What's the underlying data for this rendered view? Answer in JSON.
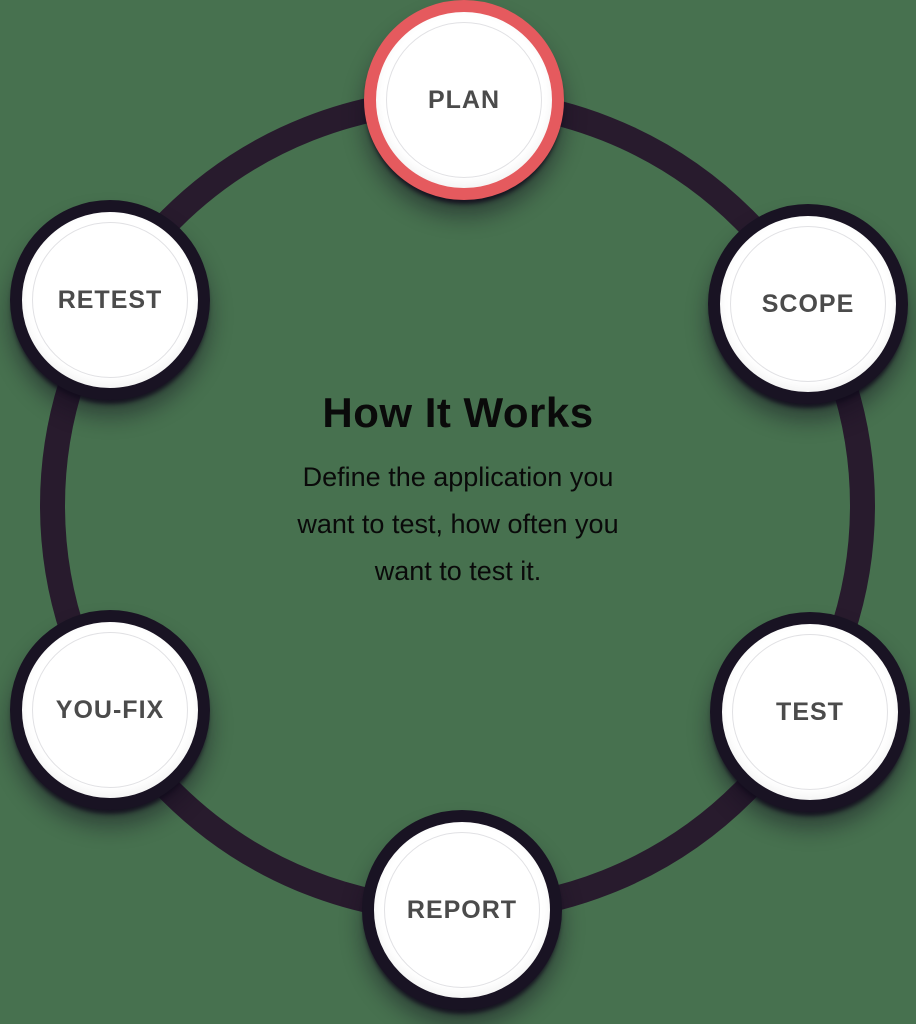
{
  "center": {
    "title": "How It Works",
    "description_lines": [
      "Define the application you",
      "want to test, how often you",
      "want to test it."
    ]
  },
  "nodes": [
    {
      "label": "PLAN",
      "position": "top",
      "highlighted": true
    },
    {
      "label": "SCOPE",
      "position": "top-right",
      "highlighted": false
    },
    {
      "label": "TEST",
      "position": "bottom-right",
      "highlighted": false
    },
    {
      "label": "REPORT",
      "position": "bottom",
      "highlighted": false
    },
    {
      "label": "YOU-FIX",
      "position": "bottom-left",
      "highlighted": false
    },
    {
      "label": "RETEST",
      "position": "top-left",
      "highlighted": false
    }
  ],
  "colors": {
    "background": "#47714f",
    "ring": "#281b2d",
    "node_ring": "#191323",
    "highlight_ring": "#e55a5e",
    "node_fill": "#ffffff",
    "label": "#4b4b4b",
    "text": "#0a0a0a"
  }
}
